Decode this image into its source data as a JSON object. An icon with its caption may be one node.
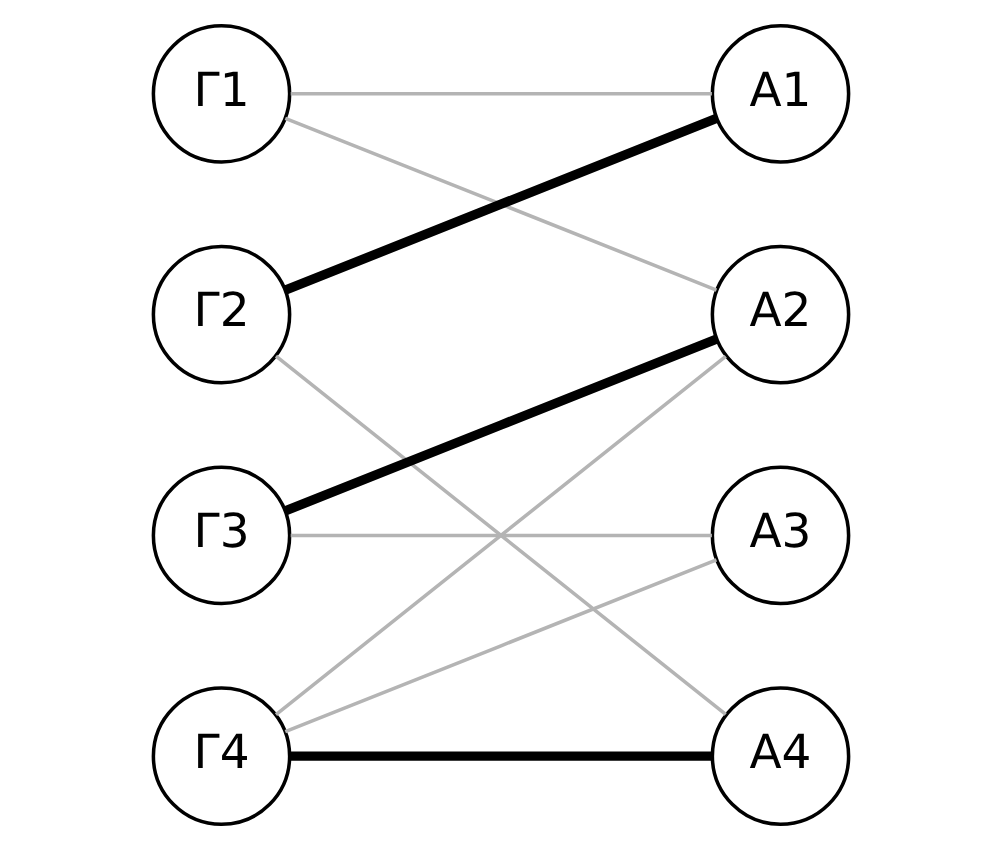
{
  "diagram": {
    "nodes": [
      {
        "text": [
          "Γ1"
        ]
      },
      {
        "text": [
          "Γ2"
        ]
      },
      {
        "text": [
          "Γ3"
        ]
      },
      {
        "text": [
          "Γ4"
        ]
      },
      {
        "text": [
          "A1"
        ]
      },
      {
        "text": [
          "A2"
        ]
      },
      {
        "text": [
          "A3"
        ]
      },
      {
        "text": [
          "A4"
        ]
      }
    ],
    "edges": [
      {
        "from": 0,
        "to": 4,
        "arrow": "none"
      },
      {
        "from": 0,
        "to": 5,
        "arrow": "none"
      },
      {
        "from": 1,
        "to": 4,
        "arrow": "none",
        "style": "thick",
        "color": "#000000"
      },
      {
        "from": 1,
        "to": 7,
        "arrow": "none"
      },
      {
        "from": 2,
        "to": 5,
        "arrow": "none",
        "style": "thick",
        "color": "#000000"
      },
      {
        "from": 2,
        "to": 6,
        "arrow": "none"
      },
      {
        "from": 3,
        "to": 5,
        "arrow": "none"
      },
      {
        "from": 3,
        "to": 6,
        "arrow": "none"
      },
      {
        "from": 3,
        "to": 7,
        "arrow": "none",
        "style": "thick",
        "color": "#000000"
      }
    ]
  }
}
